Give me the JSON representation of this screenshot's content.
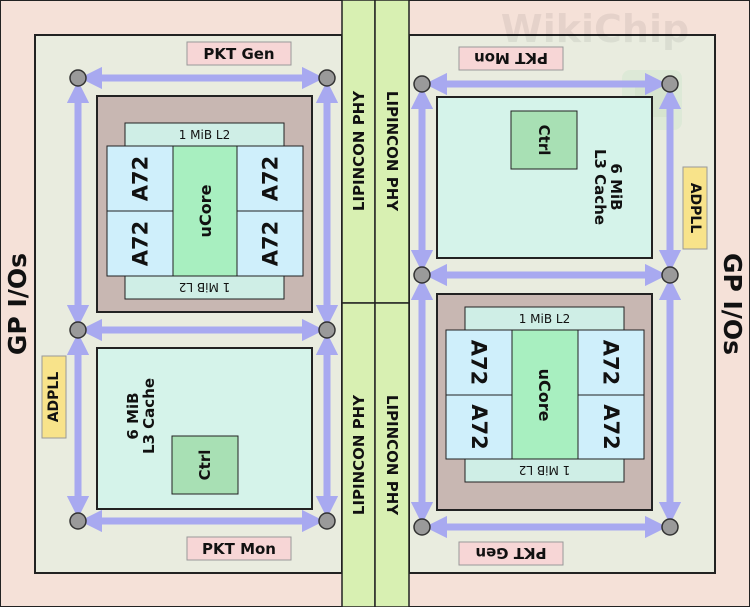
{
  "watermark": "WikiChip",
  "colors": {
    "die_background": "#f5e1d8",
    "cluster_background": "#e9ecdf",
    "phy_strip": "#d8f0b2",
    "ring_bus": "#a8a9f0",
    "node": "#9a9a9a",
    "core_block": "#cfeffb",
    "ucore_block": "#a8efc0",
    "l2_block": "#cfeee6",
    "cache_block": "#d5f3ea",
    "ctrl_block": "#a8e0b4",
    "pkt_label": "#f7d6d6",
    "adpll_label": "#f8e38a",
    "tile_frame": "#c8b7b2"
  },
  "left_cluster": {
    "pkt_gen": "PKT Gen",
    "pkt_mon": "PKT Mon",
    "adpll": "ADPLL",
    "gp_ios": "GP I/Os",
    "compute_tile": {
      "l2_top": "1 MiB L2",
      "l2_bottom": "1 MiB L2",
      "cores": [
        "A72",
        "A72",
        "A72",
        "A72"
      ],
      "ucore": "uCore"
    },
    "cache_tile": {
      "cache_label_line1": "6 MiB",
      "cache_label_line2": "L3 Cache",
      "ctrl": "Ctrl"
    }
  },
  "right_cluster": {
    "pkt_gen": "PKT Gen",
    "pkt_mon": "PKT Mon",
    "adpll": "ADPLL",
    "gp_ios": "GP I/Os",
    "compute_tile": {
      "l2_top": "1 MiB L2",
      "l2_bottom": "1 MiB L2",
      "cores": [
        "A72",
        "A72",
        "A72",
        "A72"
      ],
      "ucore": "uCore"
    },
    "cache_tile": {
      "cache_label_line1": "6 MiB",
      "cache_label_line2": "L3 Cache",
      "ctrl": "Ctrl"
    }
  },
  "phy": {
    "top_left": "LIPINCON PHY",
    "top_right": "LIPINCON PHY",
    "bottom_left": "LIPINCON PHY",
    "bottom_right": "LIPINCON PHY"
  }
}
